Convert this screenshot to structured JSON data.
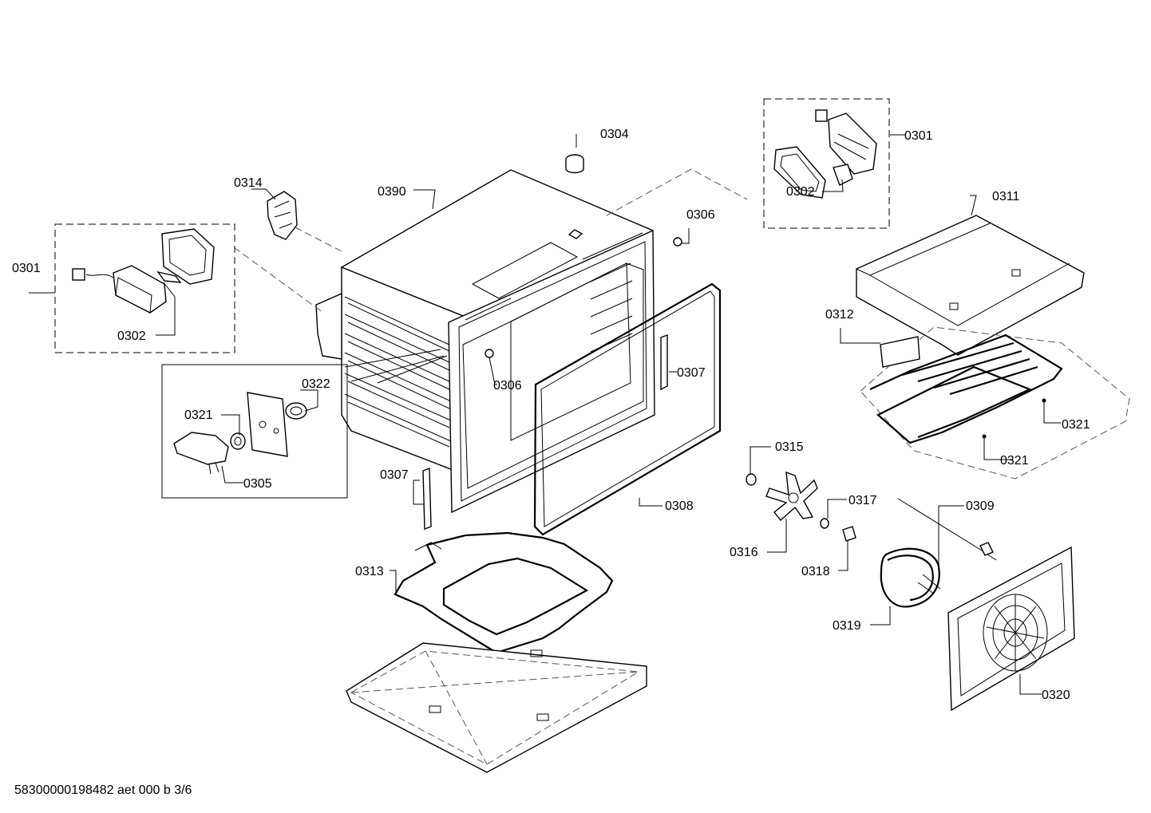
{
  "diagram": {
    "doc_id": "58300000198482 aet 000 b 3/6",
    "callouts": {
      "c0301_left": "0301",
      "c0301_right": "0301",
      "c0302_left": "0302",
      "c0302_right": "0302",
      "c0304": "0304",
      "c0305": "0305",
      "c0306_top": "0306",
      "c0306_mid": "0306",
      "c0307_right": "0307",
      "c0307_bottom": "0307",
      "c0308": "0308",
      "c0309": "0309",
      "c0311": "0311",
      "c0312": "0312",
      "c0313": "0313",
      "c0314": "0314",
      "c0315": "0315",
      "c0316": "0316",
      "c0317": "0317",
      "c0318": "0318",
      "c0319": "0319",
      "c0320": "0320",
      "c0321_left": "0321",
      "c0321_r1": "0321",
      "c0321_r2": "0321",
      "c0322": "0322",
      "c0390": "0390"
    }
  }
}
